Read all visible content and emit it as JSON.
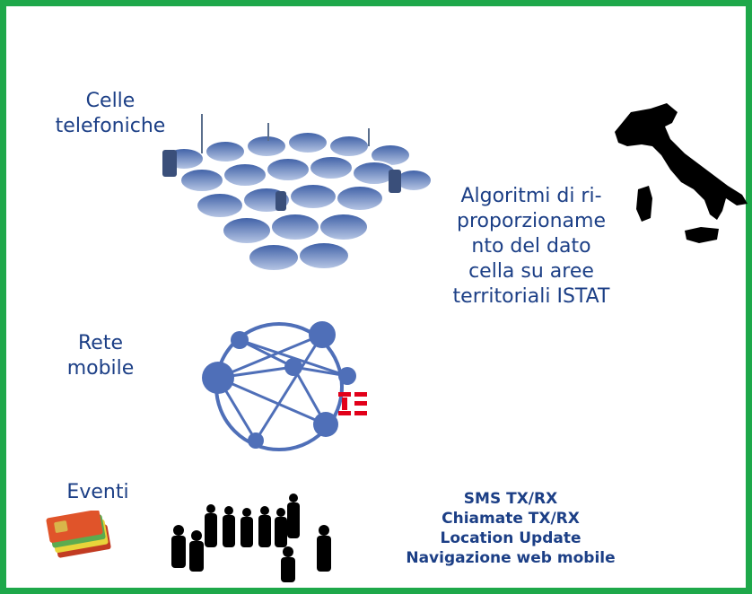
{
  "labels": {
    "cells": [
      "Celle",
      "telefoniche"
    ],
    "algorithm": [
      "Algoritmi di ri-",
      "proporzioname",
      "nto del dato",
      "cella su aree",
      "territoriali ISTAT"
    ],
    "network": [
      "Rete",
      "mobile"
    ],
    "events": "Eventi"
  },
  "event_types": [
    "SMS TX/RX",
    "Chiamate TX/RX",
    "Location Update",
    "Navigazione web mobile"
  ],
  "colors": {
    "frame": "#1ea84a",
    "text": "#1c3f86",
    "node": "#4f6fb8",
    "brand": "#e2001a"
  },
  "icons": [
    "hexagon-cells-icon",
    "italy-map-icon",
    "network-graph-icon",
    "brand-logo-icon",
    "sim-cards-icon",
    "crowd-icon"
  ]
}
